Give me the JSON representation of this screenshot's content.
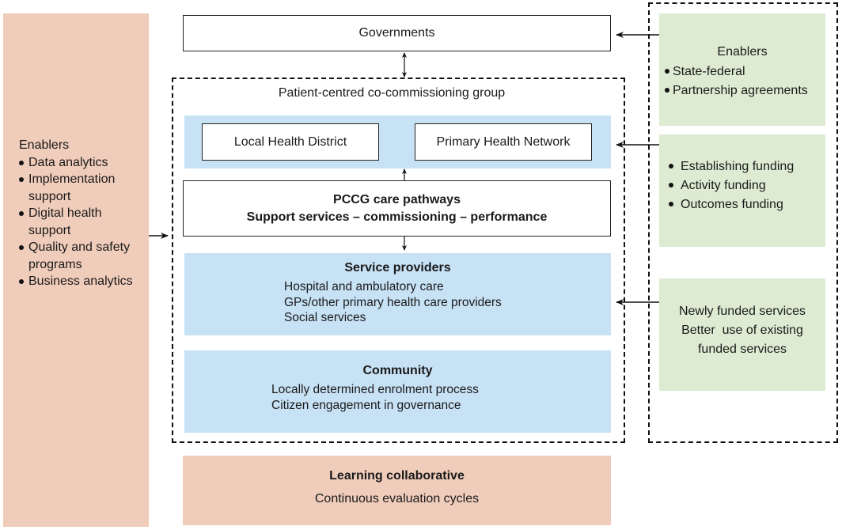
{
  "left_enablers": {
    "heading": "Enablers",
    "items": [
      "Data analytics",
      "Implementation support",
      "Digital health support",
      "Quality and safety programs",
      "Business analytics"
    ]
  },
  "governments": {
    "label": "Governments"
  },
  "pccg_group": {
    "title": "Patient-centred co-commissioning group",
    "partners": [
      "Local Health District",
      "Primary Health Network"
    ],
    "care_pathways": {
      "title": "PCCG care pathways",
      "subtitle": "Support services – commissioning – performance"
    },
    "service_providers": {
      "title": "Service providers",
      "items": [
        "Hospital and ambulatory care",
        "GPs/other primary health care providers",
        "Social services"
      ]
    },
    "community": {
      "title": "Community",
      "items": [
        "Locally determined enrolment process",
        "Citizen engagement in governance"
      ]
    }
  },
  "learning_collaborative": {
    "title": "Learning collaborative",
    "subtitle": "Continuous evaluation cycles"
  },
  "right_panel": {
    "enablers": {
      "heading": "Enablers",
      "items": [
        "State-federal",
        "Partnership agreements"
      ]
    },
    "funding": {
      "items": [
        "Establishing funding",
        "Activity funding",
        "Outcomes funding"
      ]
    },
    "services": {
      "lines": [
        "Newly funded services",
        "Better  use of existing",
        "funded services"
      ]
    }
  },
  "colors": {
    "peach": "#f0ccbb",
    "blue": "#c7e1f5",
    "green": "#dcebd2"
  }
}
